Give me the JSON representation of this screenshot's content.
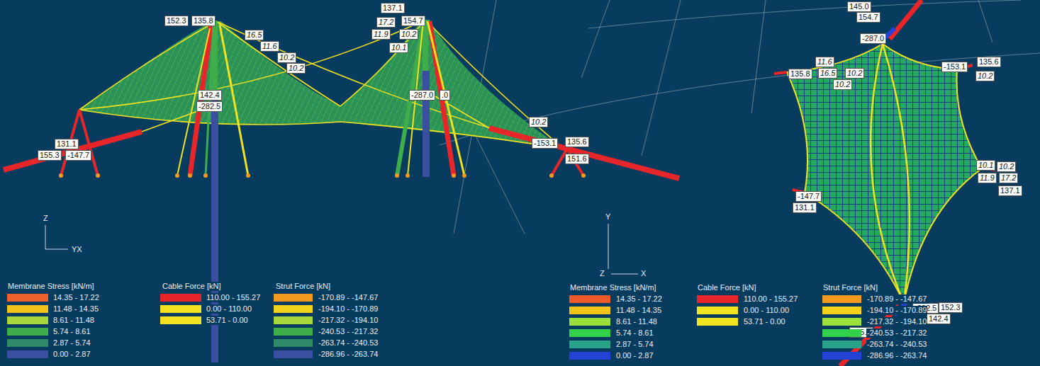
{
  "diagram": {
    "labels": [
      "152.3",
      "135.8",
      "137.1",
      "17.2",
      "154.7",
      "16.5",
      "11.9",
      "10.2",
      "11.6",
      "10.1",
      "10.2",
      "10.2",
      "142.4",
      "-282.5",
      "-287.0",
      ".0",
      "10.2",
      "131.1",
      "-153.1",
      "135.6",
      "155.3",
      "-147.7",
      "151.6",
      "Z",
      "YX",
      "Membrane Stress [kN/m]",
      "Cable Force [kN]",
      "Strut Force [kN]",
      "145.0",
      "154.7",
      "-287.0",
      "11.6",
      "-153.1",
      "135.6",
      "135.8",
      "16.5",
      "10.2",
      "10.2",
      "10.2",
      "10.1",
      "10.2",
      "11.9",
      "17.2",
      "137.1",
      "-147.7",
      "131.1",
      "-282.5",
      "152.3",
      "142.4",
      "155.3",
      "Y",
      "Z",
      "X",
      "Membrane Stress [kN/m]",
      "Cable Force [kN]",
      "Strut Force [kN]"
    ],
    "legend": [
      {
        "text": "14.35 - 17.22",
        "color": "#f0602a"
      },
      {
        "text": "11.48 - 14.35",
        "color": "#f2c21a"
      },
      {
        "text": "8.61 - 11.48",
        "color": "#a8d53a"
      },
      {
        "text": "5.74 - 8.61",
        "color": "#3fae4a"
      },
      {
        "text": "2.87 - 5.74",
        "color": "#2f8a6a"
      },
      {
        "text": "0.00 - 2.87",
        "color": "#3a4fa0"
      },
      {
        "text": "110.00 - 155.27",
        "color": "#e8262a"
      },
      {
        "text": "0.00 - 110.00",
        "color": "#f2e21f"
      },
      {
        "text": "53.71 - 0.00",
        "color": "#f2e21f"
      },
      {
        "text": "-170.89 - -147.67",
        "color": "#f39a1e"
      },
      {
        "text": "-194.10 - -170.89",
        "color": "#f2d21a"
      },
      {
        "text": "-217.32 - -194.10",
        "color": "#a8d53a"
      },
      {
        "text": "-240.53 - -217.32",
        "color": "#3fae4a"
      },
      {
        "text": "-263.74 - -240.53",
        "color": "#2f8a6a"
      },
      {
        "text": "-286.96 - -263.74",
        "color": "#3a4fa0"
      },
      {
        "text": "14.35 - 17.22",
        "color": "#ee5a2a"
      },
      {
        "text": "11.48 - 14.35",
        "color": "#f4c418"
      },
      {
        "text": "8.61 - 11.48",
        "color": "#9be03a"
      },
      {
        "text": "5.74 - 8.61",
        "color": "#33d04a"
      },
      {
        "text": "2.87 - 5.74",
        "color": "#2aa38a"
      },
      {
        "text": "0.00 - 2.87",
        "color": "#2343d6"
      },
      {
        "text": "110.00 - 155.27",
        "color": "#e8262b"
      },
      {
        "text": "0.00 - 110.00",
        "color": "#f4e41f"
      },
      {
        "text": "53.71 - 0.00",
        "color": "#f4e41f"
      },
      {
        "text": "-170.89 - -147.67",
        "color": "#f39a1f"
      },
      {
        "text": "-194.10 - -170.89",
        "color": "#f4d21a"
      },
      {
        "text": "-217.32 - -194.10",
        "color": "#9be03b"
      },
      {
        "text": "-240.53 - -217.32",
        "color": "#33d04b"
      },
      {
        "text": "-263.74 - -240.53",
        "color": "#2aa38b"
      },
      {
        "text": "-286.96 - -263.74",
        "color": "#2343d7"
      }
    ]
  }
}
